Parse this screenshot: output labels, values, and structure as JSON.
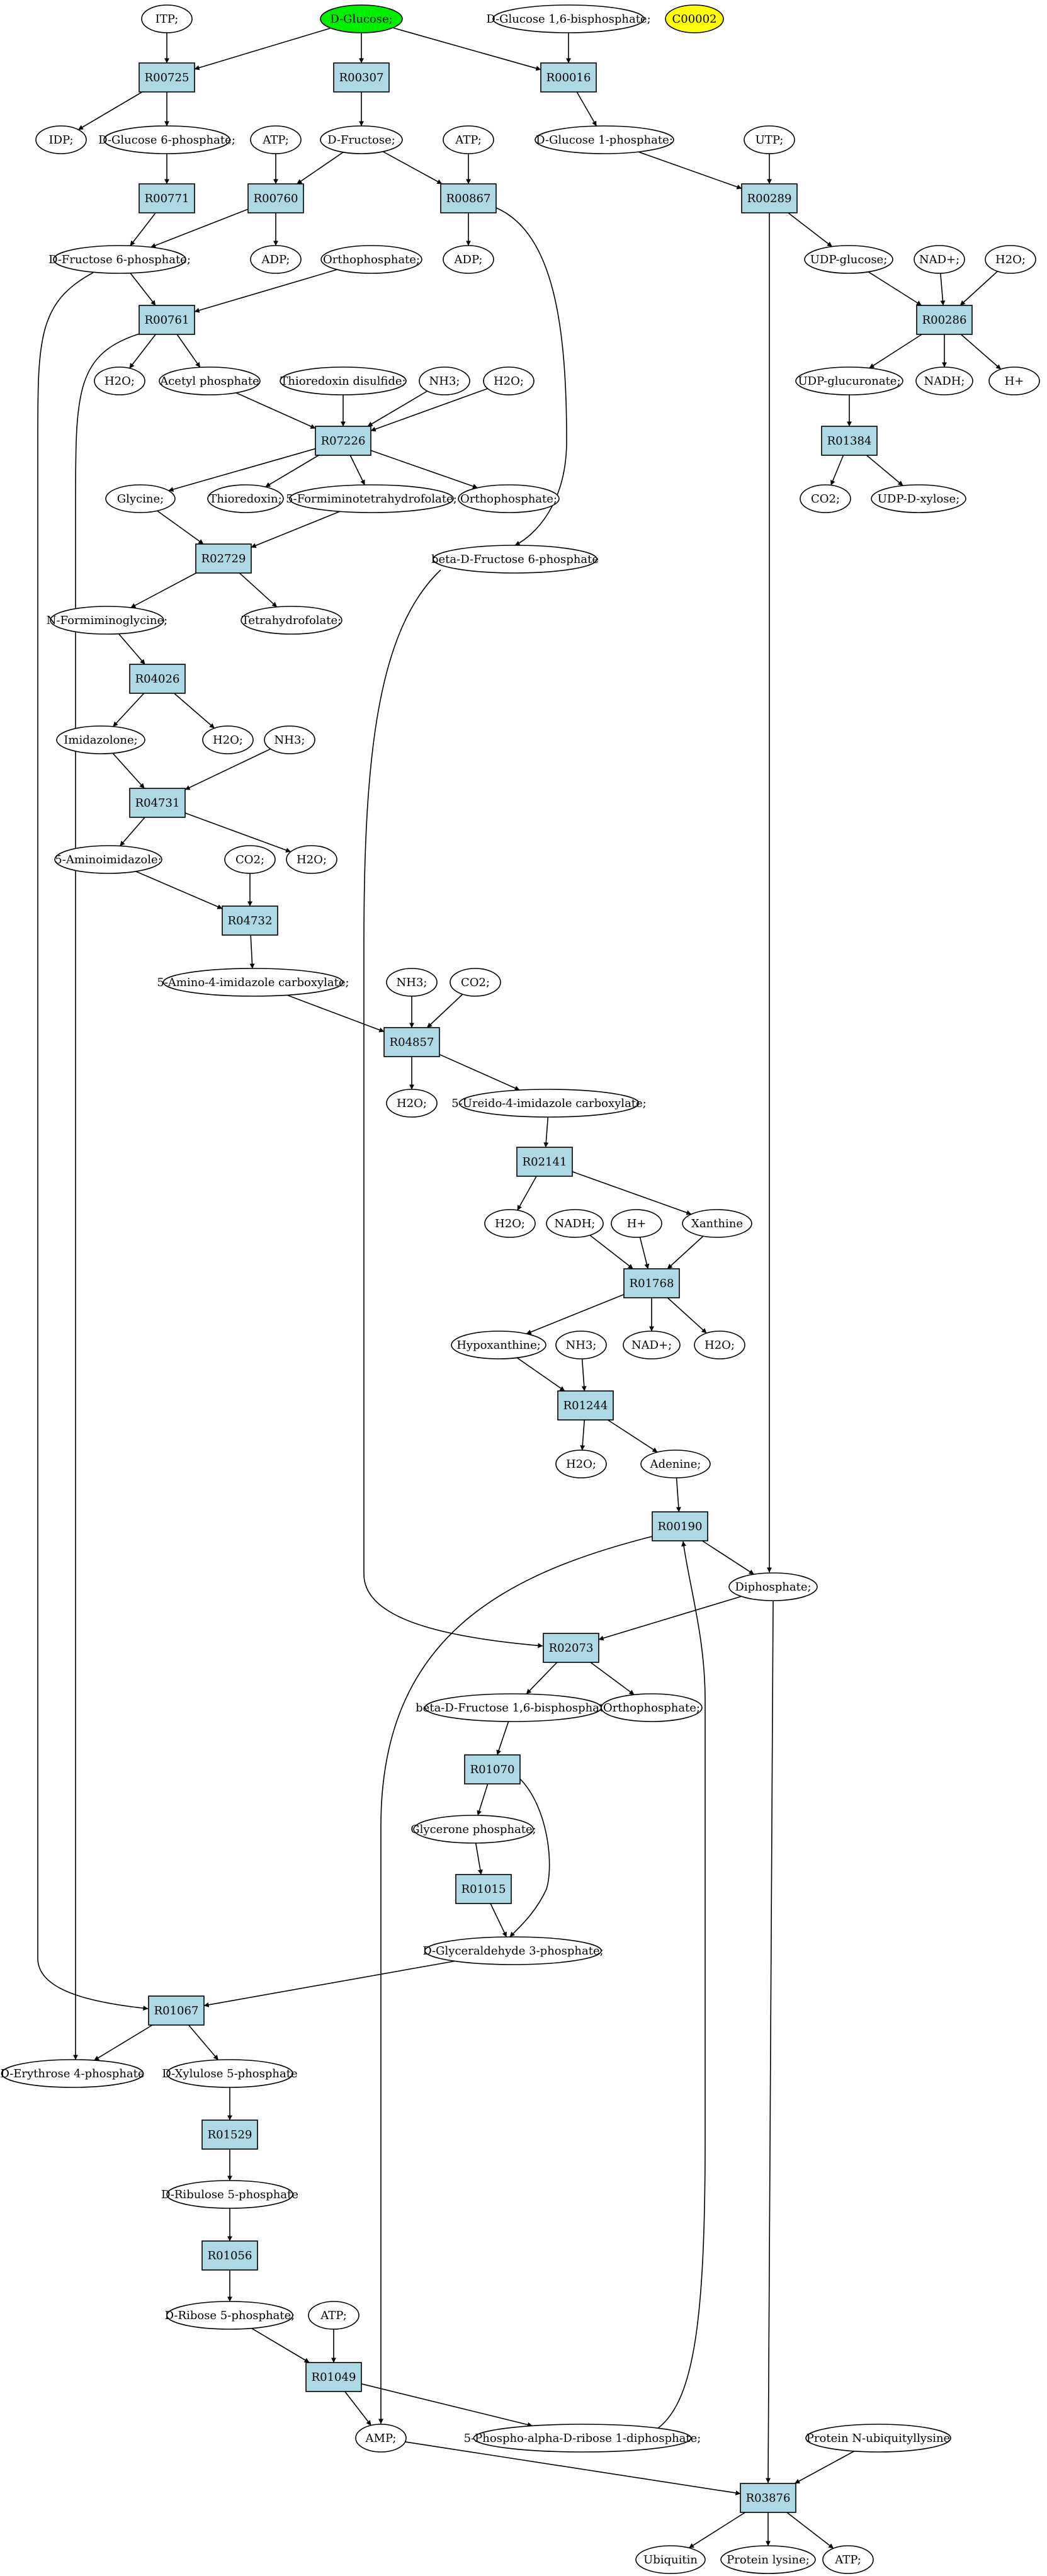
{
  "colors": {
    "reaction_fill": "#add8e6",
    "compound_fill": "#ffffff",
    "source_fill": "#00ee00",
    "highlight_fill": "#ffff00",
    "stroke": "#000000"
  },
  "nodes": {
    "itp": "ITP;",
    "dglucose": "D-Glucose;",
    "dg16bp": "D-Glucose 1,6-bisphosphate;",
    "c00002": "C00002",
    "r00725": "R00725",
    "r00307": "R00307",
    "r00016": "R00016",
    "idp": "IDP;",
    "dg6p": "D-Glucose 6-phosphate;",
    "atp1": "ATP;",
    "dfructose": "D-Fructose;",
    "atp2": "ATP;",
    "dg1p": "D-Glucose 1-phosphate;",
    "utp": "UTP;",
    "r00771": "R00771",
    "r00760": "R00760",
    "r00867": "R00867",
    "r00289": "R00289",
    "df6p": "D-Fructose 6-phosphate;",
    "adp1": "ADP;",
    "orthop1": "Orthophosphate;",
    "adp2": "ADP;",
    "udpglucose": "UDP-glucose;",
    "nadplus1": "NAD+;",
    "h2o1": "H2O;",
    "r00761": "R00761",
    "r00286": "R00286",
    "h2o2": "H2O;",
    "acetylp": "Acetyl phosphate",
    "thiodisulf": "Thioredoxin disulfide;",
    "nh3a": "NH3;",
    "h2o3": "H2O;",
    "udpglucuronate": "UDP-glucuronate;",
    "nadh1": "NADH;",
    "hplus1": "H+",
    "r07226": "R07226",
    "r01384": "R01384",
    "glycine": "Glycine;",
    "thioredoxin": "Thioredoxin;",
    "formthf": "5-Formiminotetrahydrofolate;",
    "orthop2": "Orthophosphate;",
    "co2a": "CO2;",
    "udpxylose": "UDP-D-xylose;",
    "r02729": "R02729",
    "bf6p": "beta-D-Fructose 6-phosphate",
    "nformgly": "N-Formiminoglycine;",
    "thf": "Tetrahydrofolate;",
    "r04026": "R04026",
    "imidazolone": "Imidazolone;",
    "h2o4": "H2O;",
    "nh3b": "NH3;",
    "r04731": "R04731",
    "aminoimid": "5-Aminoimidazole;",
    "co2b": "CO2;",
    "h2o5": "H2O;",
    "r04732": "R04732",
    "aicarbox": "5-Amino-4-imidazole carboxylate;",
    "nh3c": "NH3;",
    "co2c": "CO2;",
    "r04857": "R04857",
    "h2o6": "H2O;",
    "ureido": "5-Ureido-4-imidazole carboxylate;",
    "r02141": "R02141",
    "h2o7": "H2O;",
    "nadh2": "NADH;",
    "hplus2": "H+",
    "xanthine": "Xanthine",
    "r01768": "R01768",
    "hypoxanthine": "Hypoxanthine;",
    "nh3d": "NH3;",
    "nadplus2": "NAD+;",
    "h2o8": "H2O;",
    "r01244": "R01244",
    "h2o9": "H2O;",
    "adenine": "Adenine;",
    "r00190": "R00190",
    "diphosphate": "Diphosphate;",
    "r02073": "R02073",
    "bf16bp": "beta-D-Fructose 1,6-bisphosphate",
    "orthop3": "Orthophosphate;",
    "r01070": "R01070",
    "glyceronep": "Glycerone phosphate;",
    "r01015": "R01015",
    "dg3p": "D-Glyceraldehyde 3-phosphate;",
    "r01067": "R01067",
    "de4p": "D-Erythrose 4-phosphate",
    "dx5p": "D-Xylulose 5-phosphate",
    "r01529": "R01529",
    "dru5p": "D-Ribulose 5-phosphate",
    "r01056": "R01056",
    "dr5p": "D-Ribose 5-phosphate;",
    "atp3": "ATP;",
    "r01049": "R01049",
    "amp": "AMP;",
    "prpp": "5-Phospho-alpha-D-ribose 1-diphosphate;",
    "protubi": "Protein N-ubiquityllysine",
    "r03876": "R03876",
    "ubiquitin": "Ubiquitin",
    "protlys": "Protein lysine;",
    "atp4": "ATP;"
  }
}
